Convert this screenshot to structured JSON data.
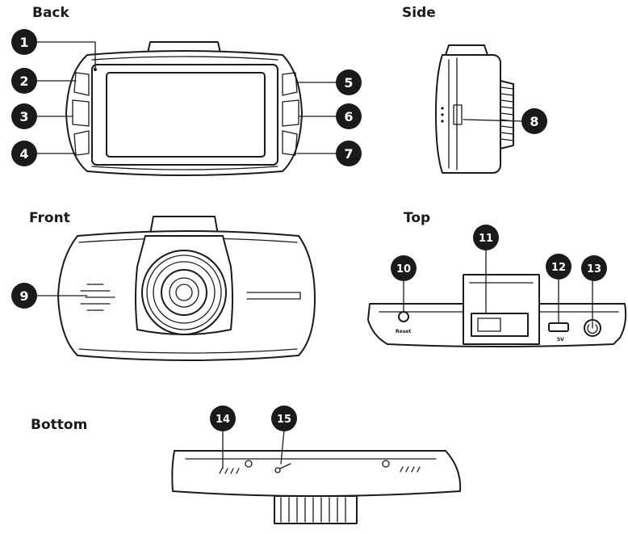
{
  "views": {
    "back": "Back",
    "side": "Side",
    "front": "Front",
    "top": "Top",
    "bottom": "Bottom"
  },
  "callouts": [
    "1",
    "2",
    "3",
    "4",
    "5",
    "6",
    "7",
    "8",
    "9",
    "10",
    "11",
    "12",
    "13",
    "14",
    "15"
  ],
  "markings": {
    "reset": "Reset",
    "usb_voltage": "5V"
  }
}
